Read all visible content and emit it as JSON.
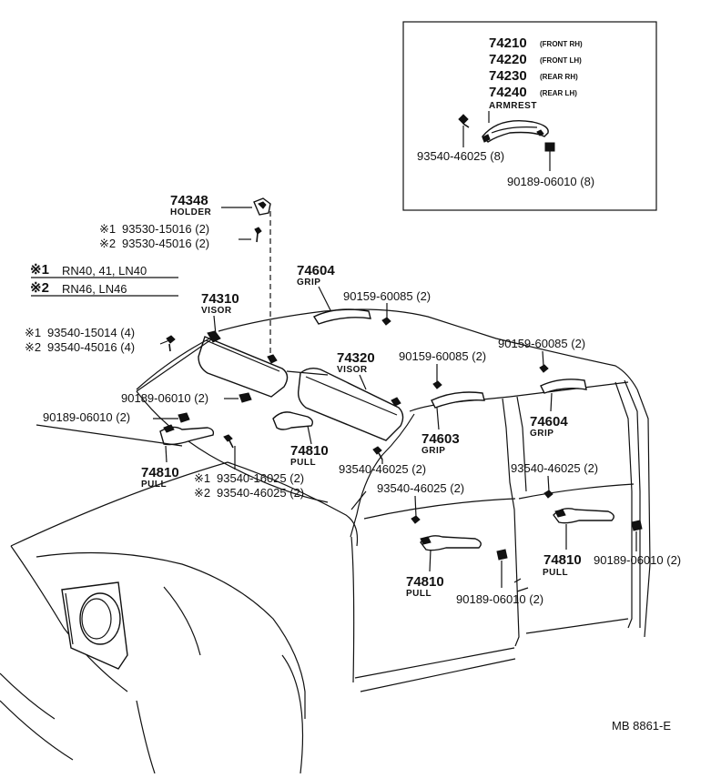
{
  "inset": {
    "parts": [
      {
        "number": "74210",
        "note": "(FRONT RH)"
      },
      {
        "number": "74220",
        "note": "(FRONT LH)"
      },
      {
        "number": "74230",
        "note": "(REAR RH)"
      },
      {
        "number": "74240",
        "note": "(REAR LH)"
      }
    ],
    "name": "ARMREST",
    "screw": "93540-46025 (8)",
    "nut": "90189-06010 (8)"
  },
  "holder": {
    "number": "74348",
    "name": "HOLDER"
  },
  "holder_screws": [
    {
      "mark": "※1",
      "text": "93530-15016 (2)"
    },
    {
      "mark": "※2",
      "text": "93530-45016 (2)"
    }
  ],
  "legend": [
    {
      "mark": "※1",
      "text": "RN40, 41, LN40"
    },
    {
      "mark": "※2",
      "text": "RN46, LN46"
    }
  ],
  "visor_lh": {
    "number": "74310",
    "name": "VISOR"
  },
  "visor_lh_screws": [
    {
      "mark": "※1",
      "text": "93540-15014 (4)"
    },
    {
      "mark": "※2",
      "text": "93540-45016 (4)"
    }
  ],
  "visor_rh": {
    "number": "74320",
    "name": "VISOR"
  },
  "grip_top": {
    "number": "74604",
    "name": "GRIP"
  },
  "grip_top_screw": "90159-60085 (2)",
  "grip_center_screw": "90159-60085 (2)",
  "grip_rear_screw": "90159-60085 (2)",
  "grip_center": {
    "number": "74603",
    "name": "GRIP"
  },
  "grip_rear": {
    "number": "74604",
    "name": "GRIP"
  },
  "nut_visor": "90189-06010 (2)",
  "nut_front_pull": "90189-06010 (2)",
  "pull_front": {
    "number": "74810",
    "name": "PULL"
  },
  "pull_front_screws": [
    {
      "mark": "※1",
      "text": "93540-16025 (2)"
    },
    {
      "mark": "※2",
      "text": "93540-46025 (2)"
    }
  ],
  "pull_center": {
    "number": "74810",
    "name": "PULL"
  },
  "screw_center_1": "93540-46025 (2)",
  "screw_center_2": "93540-46025 (2)",
  "screw_rear": "93540-46025 (2)",
  "pull_door": {
    "number": "74810",
    "name": "PULL"
  },
  "nut_door": "90189-06010 (2)",
  "pull_rear": {
    "number": "74810",
    "name": "PULL"
  },
  "nut_rear": "90189-06010 (2)",
  "footer_code": "MB 8861-E"
}
